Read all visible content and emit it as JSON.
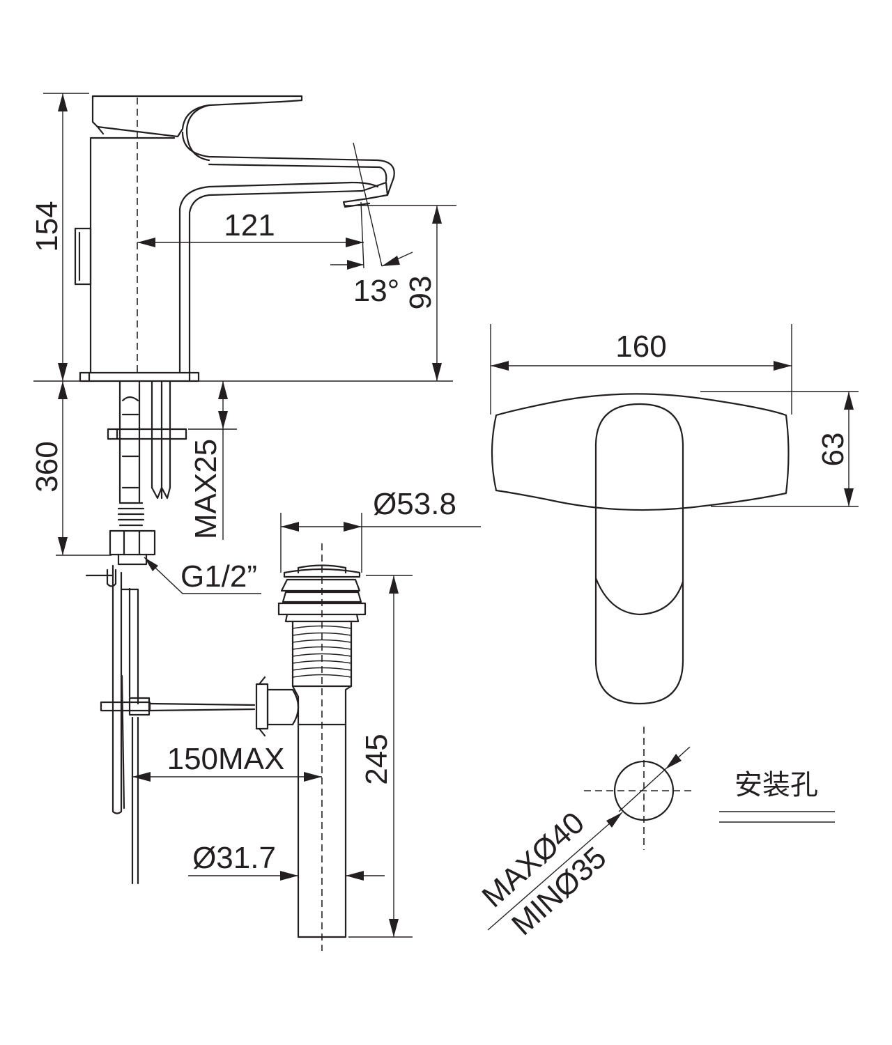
{
  "dimensions": {
    "height_total": "154",
    "spout_reach": "121",
    "spout_angle": "13°",
    "spout_height": "93",
    "below_deck": "360",
    "deck_thickness": "MAX25",
    "inlet_thread": "G1/2”",
    "waste_head_dia": "Ø53.8",
    "waste_length": "245",
    "rod_reach": "150MAX",
    "waste_pipe_dia": "Ø31.7",
    "body_width": "160",
    "body_depth": "63",
    "hole_max": "MAXØ40",
    "hole_min": "MINØ35"
  },
  "labels": {
    "install_hole": "安装孔"
  }
}
